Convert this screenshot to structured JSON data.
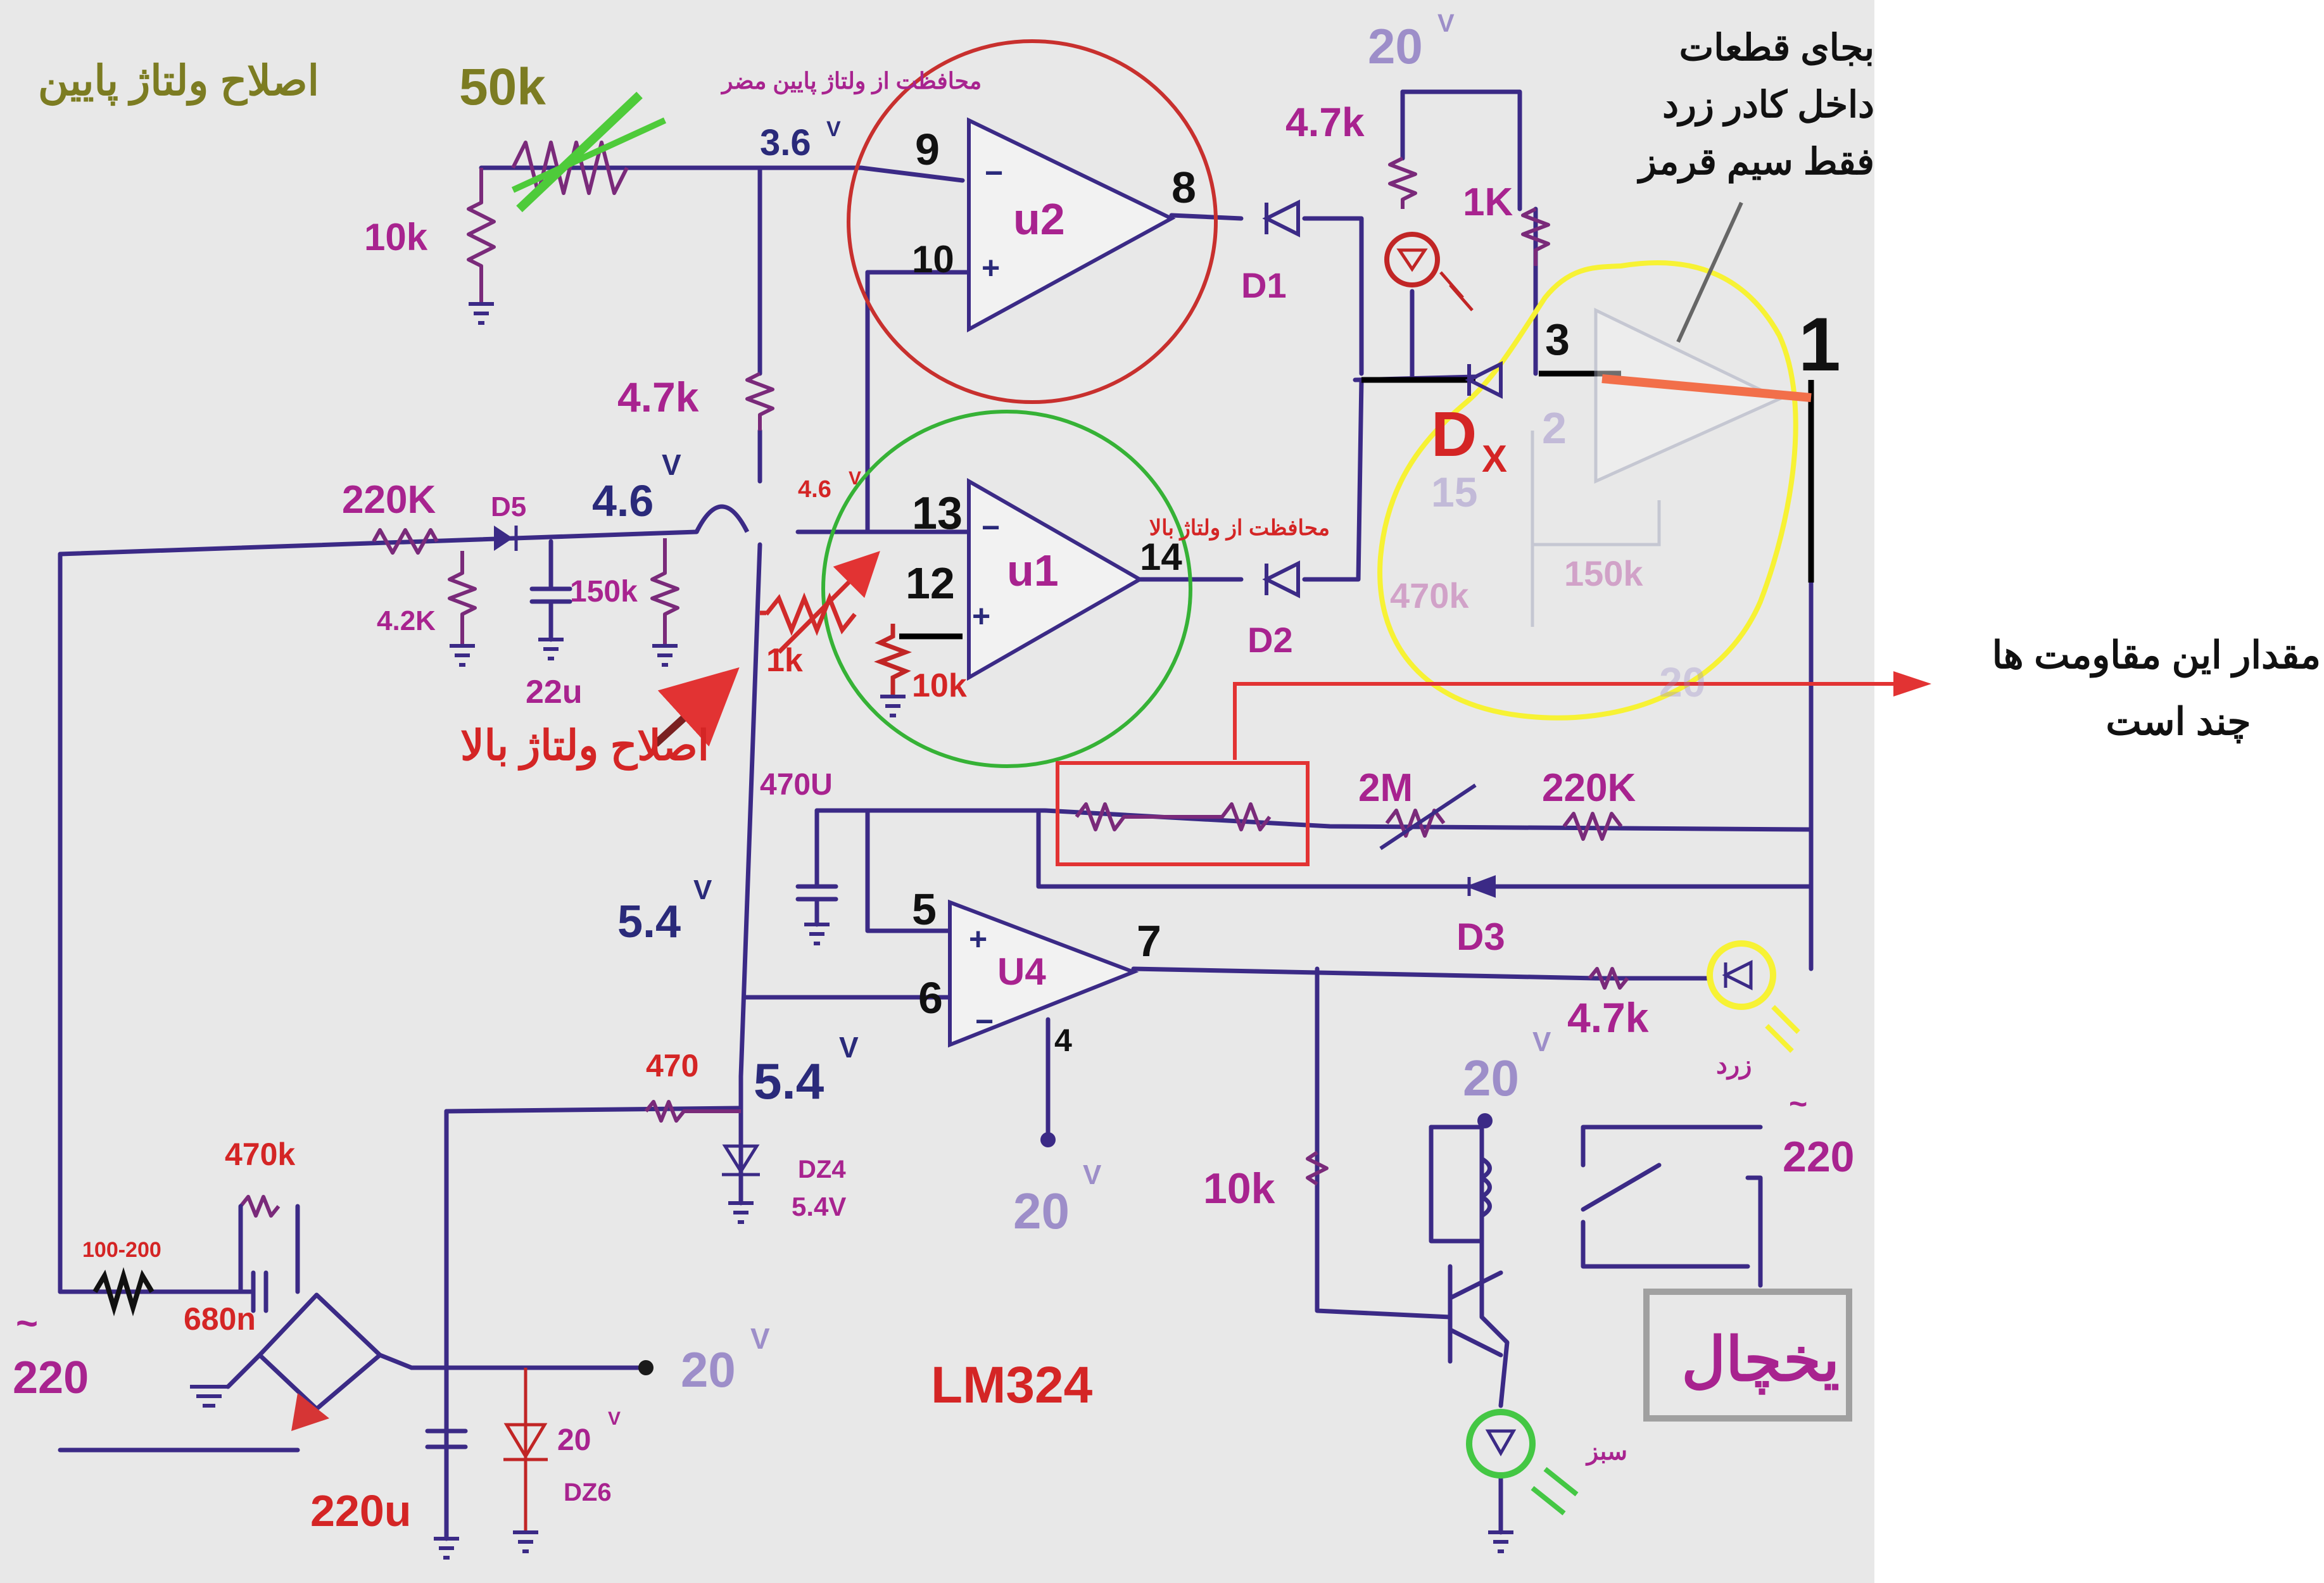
{
  "labels": {
    "low_voltage_adjust": "اصلاح ولتاژ پایین",
    "r50k": "50k",
    "low_protect": "محافظت از ولتاژ پایین مضر",
    "v36": "3.6",
    "volt_unit": "V",
    "r10k_left": "10k",
    "pin9": "9",
    "pin10": "10",
    "pin8": "8",
    "u2": "u2",
    "d1": "D1",
    "top20": "20",
    "r47k_top": "4.7k",
    "r1k_top": "1K",
    "instead_note_1": "بجای قطعات",
    "instead_note_2": "داخل کادر زرد",
    "instead_note_3": "فقط سیم قرمز",
    "pin3": "3",
    "pin2": "2",
    "pin1": "1",
    "dx": "D",
    "dx_sub": "X",
    "pin15": "15",
    "r470k_faded": "470k",
    "r150k_faded": "150k",
    "faded20": "20",
    "r47k_mid": "4.7k",
    "r220k": "220K",
    "d5": "D5",
    "v46": "4.6",
    "v46_small": "4.6",
    "pin13": "13",
    "pin12": "12",
    "pin14": "14",
    "u1": "u1",
    "high_protect": "محافظت از ولتاژ بالا",
    "r42k": "4.2K",
    "r150k": "150k",
    "c22u": "22u",
    "r1k_pot": "1k",
    "r10k_mid": "10k",
    "d2": "D2",
    "high_voltage_adjust": "اصلاح ولتاژ بالا",
    "question_1": "مقدار این مقاومت ها",
    "question_2": "چند است",
    "c470u": "470U",
    "r2m": "2M",
    "r220k_b": "220K",
    "pin5": "5",
    "pin6": "6",
    "pin7": "7",
    "pin4": "4",
    "u4": "U4",
    "d3": "D3",
    "r47k_led": "4.7k",
    "yellow_led": "زرد",
    "v54_a": "5.4",
    "v54_b": "5.4",
    "r470": "470",
    "dz4": "DZ4",
    "dz4_v": "5.4V",
    "bottom20_a": "20",
    "bottom20_b": "20",
    "bottom20_c": "20",
    "r10k_bottom": "10k",
    "relay_220": "220",
    "fridge": "یخچال",
    "green_led": "سبز",
    "r470k_b": "470k",
    "r100_200": "100-200",
    "c680n": "680n",
    "ac220": "220",
    "c220u": "220u",
    "dz6_v": "20",
    "dz6": "DZ6",
    "lm324": "LM324",
    "tilde": "~"
  }
}
